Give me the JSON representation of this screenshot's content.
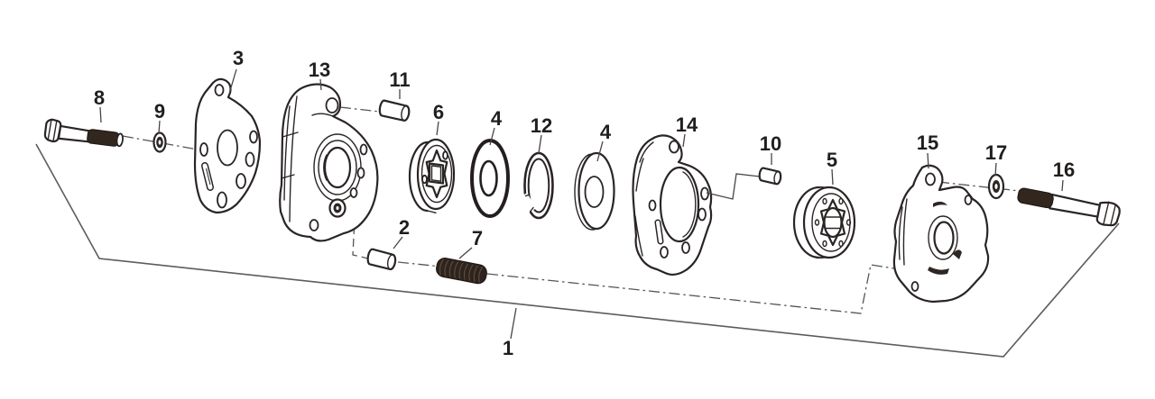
{
  "diagram": {
    "title": "",
    "callouts": [
      {
        "id": "1",
        "label": "1"
      },
      {
        "id": "2",
        "label": "2"
      },
      {
        "id": "3",
        "label": "3"
      },
      {
        "id": "4a",
        "label": "4"
      },
      {
        "id": "4b",
        "label": "4"
      },
      {
        "id": "5",
        "label": "5"
      },
      {
        "id": "6",
        "label": "6"
      },
      {
        "id": "7",
        "label": "7"
      },
      {
        "id": "8",
        "label": "8"
      },
      {
        "id": "9",
        "label": "9"
      },
      {
        "id": "10",
        "label": "10"
      },
      {
        "id": "11",
        "label": "11"
      },
      {
        "id": "12",
        "label": "12"
      },
      {
        "id": "13",
        "label": "13"
      },
      {
        "id": "14",
        "label": "14"
      },
      {
        "id": "15",
        "label": "15"
      },
      {
        "id": "16",
        "label": "16"
      },
      {
        "id": "17",
        "label": "17"
      }
    ],
    "colors": {
      "background": "#ffffff",
      "line": "#2a2524",
      "dark_fill": "#31271f"
    }
  }
}
